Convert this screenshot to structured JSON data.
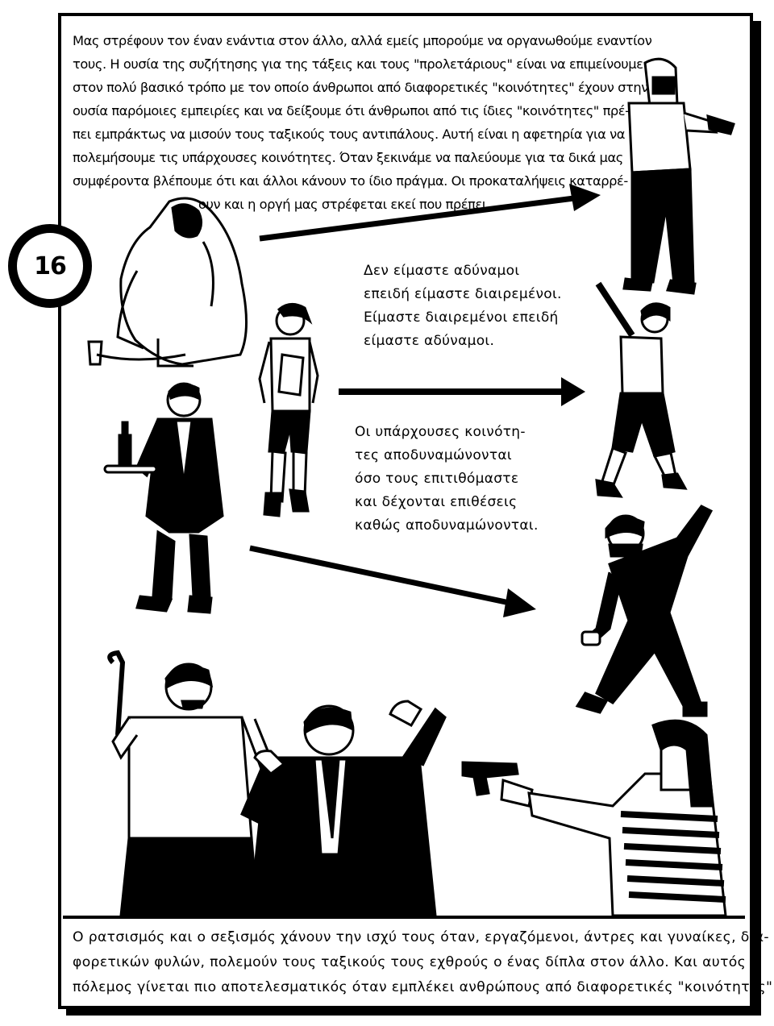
{
  "page": {
    "page_number": "16",
    "intro_lines": [
      "Μας στρέφουν τον έναν ενάντια στον άλλο, αλλά εμείς μπορούμε να οργανωθούμε εναντίον",
      "τους. Η ουσία της συζήτησης για της τάξεις και τους \"προλετάριους\" είναι να επιμείνουμε",
      "στον πολύ βασικό τρόπο με τον οποίο άνθρωποι από διαφορετικές \"κοινότητες\" έχουν στην",
      "ουσία παρόμοιες εμπειρίες και να δείξουμε ότι άνθρωποι από τις ίδιες \"κοινότητες\" πρέ-",
      "πει εμπράκτως να μισούν τους ταξικούς τους αντιπάλους. Αυτή είναι η αφετηρία για να",
      "πολεμήσουμε τις υπάρχουσες κοινότητες. Όταν ξεκινάμε να παλεύουμε για τα δικά μας",
      "συμφέροντα βλέπουμε ότι και άλλοι κάνουν το ίδιο πράγμα. Οι προκαταλήψεις καταρρέ-",
      "ουν και η οργή μας στρέφεται εκεί που πρέπει."
    ],
    "caption_divided": [
      "Δεν είμαστε αδύναμοι",
      "επειδή είμαστε διαιρεμένοι.",
      "Είμαστε διαιρεμένοι επειδή",
      "είμαστε αδύναμοι."
    ],
    "caption_communities": [
      "Οι υπάρχουσες κοινότη-",
      "τες αποδυναμώνονται",
      "όσο τους επιτιθόμαστε",
      "και δέχονται επιθέσεις",
      "καθώς αποδυναμώνονται."
    ],
    "closing_lines": [
      "Ο ρατσισμός και ο σεξισμός χάνουν την ισχύ τους όταν, εργαζόμενοι, άντρες και γυναίκες, δια-",
      "φορετικών φυλών, πολεμούν τους ταξικούς τους εχθρούς ο ένας δίπλα στον άλλο. Και αυτός ο",
      "πόλεμος γίνεται πιο αποτελεσματικός όταν εμπλέκει ανθρώπους από διαφορετικές \"κοινότητες\"."
    ]
  }
}
